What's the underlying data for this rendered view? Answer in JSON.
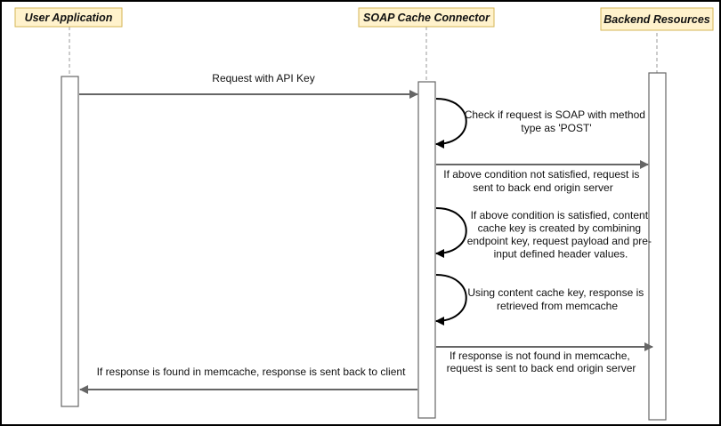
{
  "participants": [
    {
      "id": "user",
      "label": "User Application"
    },
    {
      "id": "soap",
      "label": "SOAP Cache Connector"
    },
    {
      "id": "backend",
      "label": "Backend Resources"
    }
  ],
  "messages": [
    {
      "from": "user",
      "to": "soap",
      "lines": [
        "Request with API Key"
      ]
    },
    {
      "from": "soap",
      "to": "soap",
      "lines": [
        "Check if request is SOAP with method",
        "type as 'POST'"
      ]
    },
    {
      "from": "soap",
      "to": "backend",
      "lines": [
        "If above condition not satisfied, request is",
        "sent to back end origin server"
      ]
    },
    {
      "from": "soap",
      "to": "soap",
      "lines": [
        "If above condition is satisfied, content",
        "cache key is created by combining",
        "endpoint key, request payload and pre-",
        "input defined header values."
      ]
    },
    {
      "from": "soap",
      "to": "soap",
      "lines": [
        "Using content cache key, response is",
        "retrieved from memcache"
      ]
    },
    {
      "from": "soap",
      "to": "backend",
      "lines": [
        "If response is not found in memcache,",
        "request is sent to back end origin server"
      ]
    },
    {
      "from": "soap",
      "to": "user",
      "lines": [
        "If response is found in memcache, response is sent back to client"
      ]
    }
  ],
  "colors": {
    "participant_fill": "#fff2cc",
    "participant_border": "#d6b656",
    "arrow": "#666666",
    "self_arrow": "#000000",
    "activation_border": "#666666",
    "lifeline": "#999999"
  }
}
